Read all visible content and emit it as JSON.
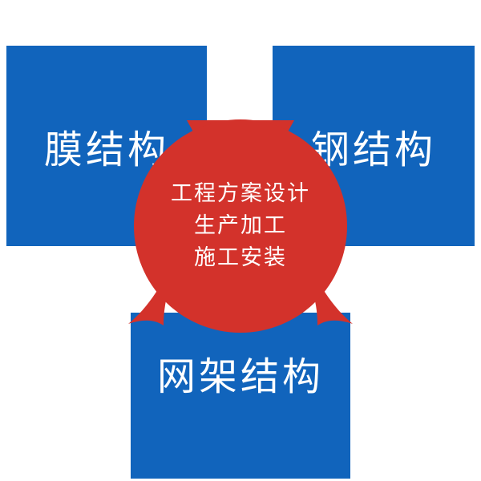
{
  "diagram": {
    "colors": {
      "blue": "#1164bc",
      "red": "#d3322b",
      "text": "#ffffff",
      "background": "#ffffff"
    },
    "boxes": {
      "membrane": {
        "label": "膜结构"
      },
      "steel": {
        "label": "钢结构"
      },
      "grid": {
        "label": "网架结构"
      }
    },
    "center": {
      "lines": [
        "工程方案设计",
        "生产加工",
        "施工安装"
      ]
    }
  }
}
